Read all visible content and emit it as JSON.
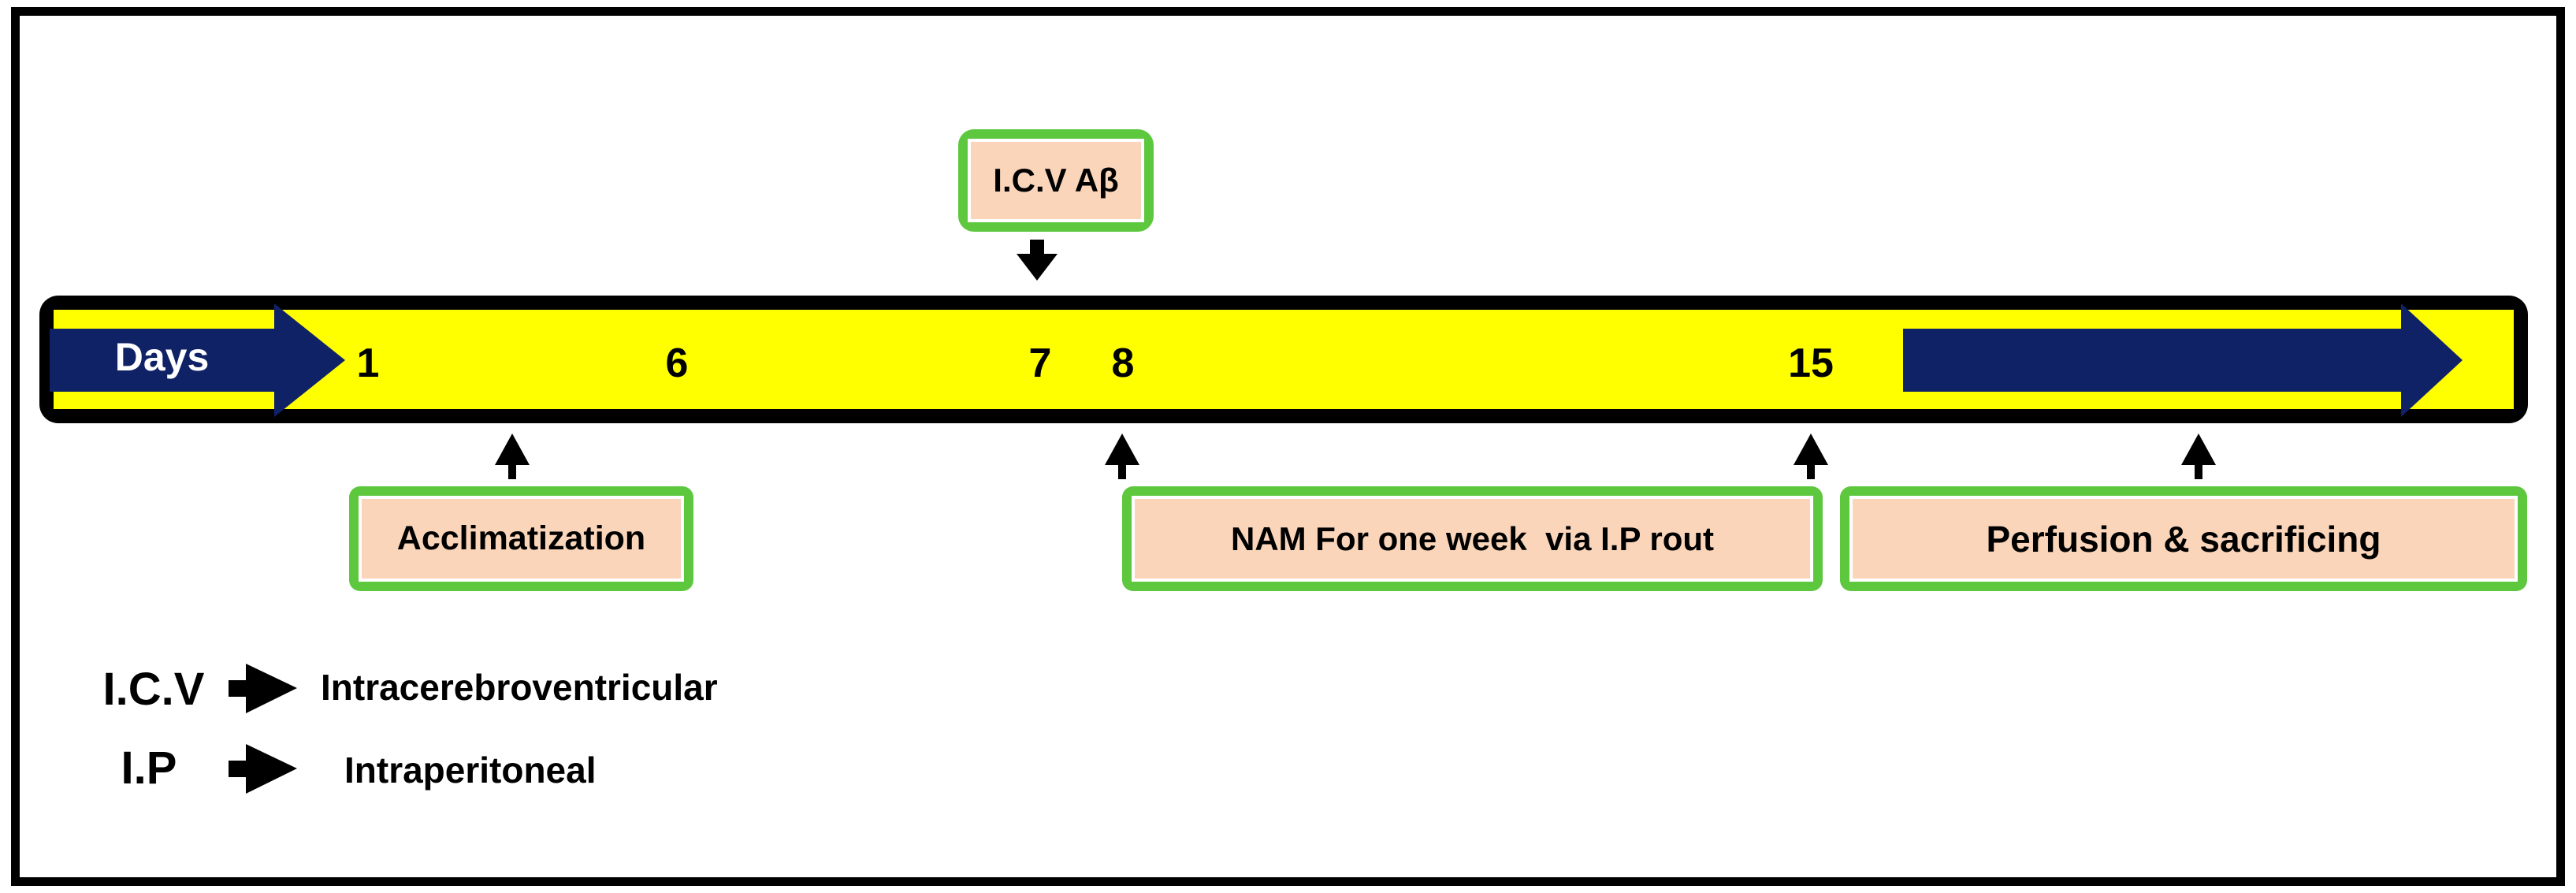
{
  "colors": {
    "bar_fill": "#FFFF00",
    "arrow_navy": "#102266",
    "box_border_green": "#5DC83E",
    "box_fill_peach": "#FAD5BA",
    "frame_black": "#000000"
  },
  "timeline": {
    "axis_label": "Days",
    "day_ticks": [
      {
        "label": "1"
      },
      {
        "label": "6"
      },
      {
        "label": "7"
      },
      {
        "label": "8"
      },
      {
        "label": "15"
      }
    ]
  },
  "events": {
    "icv_injection": {
      "label": "I.C.V Aβ",
      "points_to_day": "7"
    },
    "acclimatization": {
      "label": "Acclimatization"
    },
    "nam_treatment": {
      "label": "NAM For one week  via I.P rout"
    },
    "perfusion": {
      "label": "Perfusion & sacrificing"
    }
  },
  "legend": [
    {
      "abbr": "I.C.V",
      "meaning": "Intracerebroventricular"
    },
    {
      "abbr": "I.P",
      "meaning": "Intraperitoneal"
    }
  ]
}
